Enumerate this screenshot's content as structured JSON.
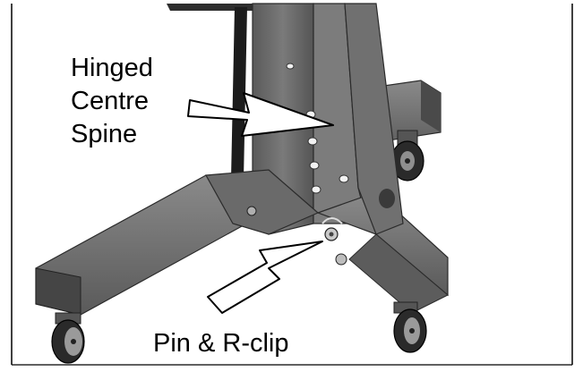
{
  "figure": {
    "callouts": {
      "spine": [
        "Hinged",
        "Centre",
        "Spine"
      ],
      "pin": "Pin & R-clip"
    },
    "colors": {
      "metal": "#6e6e6e",
      "metal_dark": "#3f3f3f",
      "metal_light": "#9a9a9a",
      "tyre": "#2a2a2a",
      "outline": "#000000",
      "arrow_fill": "#ffffff"
    }
  }
}
